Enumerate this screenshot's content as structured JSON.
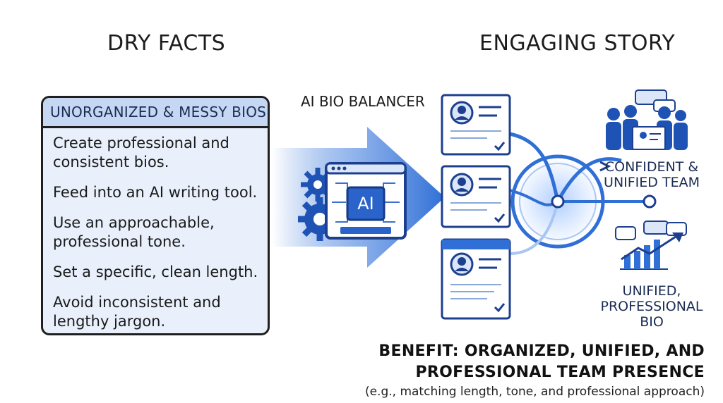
{
  "headings": {
    "left": "DRY FACTS",
    "right": "ENGAGING STORY"
  },
  "bio_card": {
    "title": "UNORGANIZED & MESSY BIOS",
    "items": [
      "Create professional and\nconsistent bios.",
      "Feed into an AI writing tool.",
      "Use an approachable,\nprofessional tone.",
      "Set a specific, clean length.",
      "Avoid inconsistent and\nlengthy jargon."
    ]
  },
  "tool": {
    "label": "AI BIO BALANCER",
    "chip_text": "AI"
  },
  "outcomes": {
    "team_label": "CONFIDENT &\nUNIFIED TEAM",
    "bio_label": "UNIFIED,\nPROFESSIONAL\nBIO"
  },
  "benefit": {
    "line1": "BENEFIT: ORGANIZED, UNIFIED, AND",
    "line2": "PROFESSIONAL TEAM PRESENCE",
    "note": "(e.g., matching length, tone, and professional approach)"
  },
  "icons": [
    "gear-icon",
    "ai-window-icon",
    "profile-card-icon",
    "check-icon",
    "team-icon",
    "chat-bubble-icon",
    "growth-chart-icon"
  ],
  "colors": {
    "accent": "#2f6fd6",
    "accent_dark": "#1b3f8f",
    "card_fill": "#e9f0fb",
    "card_header": "#c6d7f3"
  }
}
